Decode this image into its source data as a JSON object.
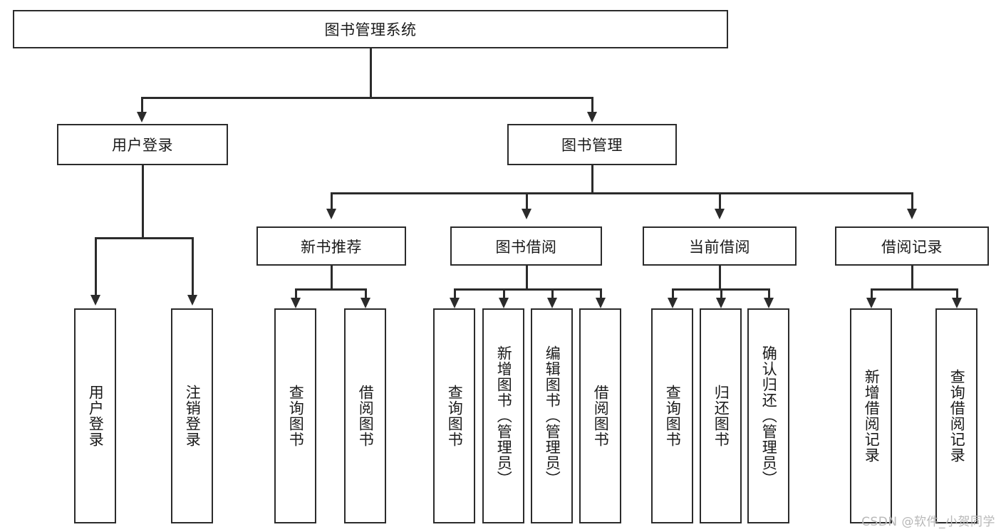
{
  "diagram": {
    "title": "图书管理系统",
    "type": "hierarchy-tree",
    "root": {
      "label": "图书管理系统"
    },
    "level2": [
      {
        "label": "用户登录"
      },
      {
        "label": "图书管理"
      }
    ],
    "level3": [
      {
        "label": "新书推荐"
      },
      {
        "label": "图书借阅"
      },
      {
        "label": "当前借阅"
      },
      {
        "label": "借阅记录"
      }
    ],
    "leaves": {
      "user_login": [
        {
          "label": "用户登录"
        },
        {
          "label": "注销登录"
        }
      ],
      "new_book_recommend": [
        {
          "label": "查询图书"
        },
        {
          "label": "借阅图书"
        }
      ],
      "book_borrow": [
        {
          "label": "查询图书"
        },
        {
          "label": "新增图书（管理员）"
        },
        {
          "label": "编辑图书（管理员）"
        },
        {
          "label": "借阅图书"
        }
      ],
      "current_borrow": [
        {
          "label": "查询图书"
        },
        {
          "label": "归还图书"
        },
        {
          "label": "确认归还（管理员）"
        }
      ],
      "borrow_record": [
        {
          "label": "新增借阅记录"
        },
        {
          "label": "查询借阅记录"
        }
      ]
    }
  },
  "watermark": "CSDN @软件_小贺同学",
  "colors": {
    "stroke": "#2b2b2b",
    "text": "#1a1a1a",
    "background": "#ffffff",
    "watermark": "#b8b8b8"
  }
}
